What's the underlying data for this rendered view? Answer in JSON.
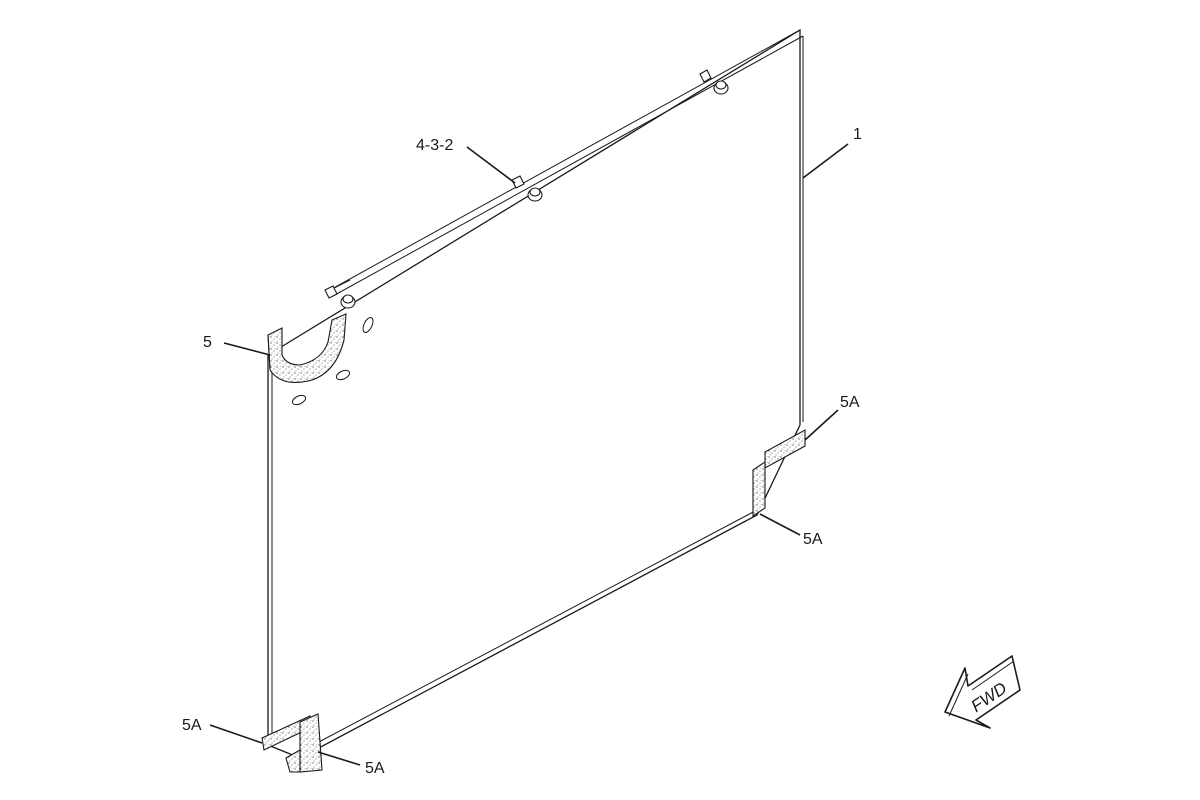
{
  "callouts": {
    "panel": "1",
    "bolts": "4-3-2",
    "seal_left": "5",
    "strip_right_upper": "5A",
    "strip_right_lower": "5A",
    "strip_bottom_left": "5A",
    "strip_bottom_foot": "5A"
  },
  "direction_indicator": {
    "label": "FWD",
    "icon": "forward-arrow-icon"
  },
  "colors": {
    "line": "#1a1a1a",
    "background": "#ffffff"
  }
}
